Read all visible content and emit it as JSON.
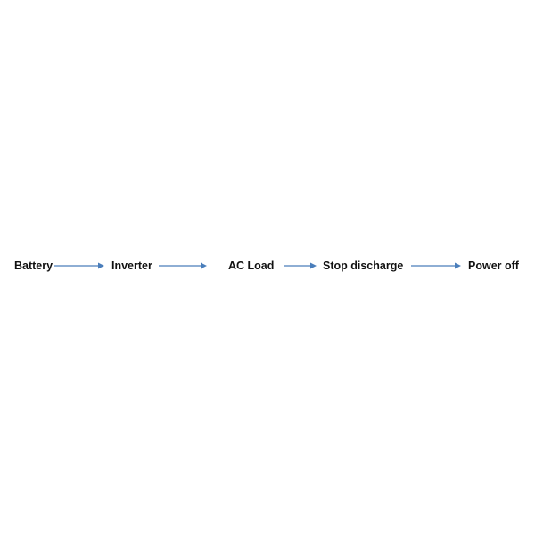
{
  "diagram": {
    "nodes": [
      {
        "id": "battery",
        "label": "Battery"
      },
      {
        "id": "inverter",
        "label": "Inverter"
      },
      {
        "id": "ac-load",
        "label": "AC Load"
      },
      {
        "id": "stop-discharge",
        "label": "Stop discharge"
      },
      {
        "id": "power-off",
        "label": "Power off"
      }
    ],
    "edges": [
      {
        "from": "battery",
        "to": "inverter"
      },
      {
        "from": "inverter",
        "to": "ac-load"
      },
      {
        "from": "ac-load",
        "to": "stop-discharge"
      },
      {
        "from": "stop-discharge",
        "to": "power-off"
      }
    ],
    "colors": {
      "arrow": "#4a7ebb",
      "text": "#111111",
      "background": "#ffffff"
    }
  }
}
